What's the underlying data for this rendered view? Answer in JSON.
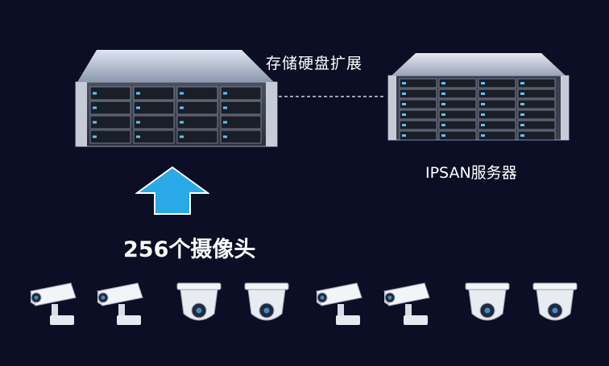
{
  "labels": {
    "storage_expansion": "存储硬盘扩展",
    "ipsan_server": "IPSAN服务器",
    "camera_count": "256个摄像头"
  },
  "colors": {
    "background": "#0b0e24",
    "arrow": "#29a9e6",
    "text": "#ffffff",
    "connector": "#cfd4e0"
  },
  "icons": {
    "nvr": "server-3u-icon",
    "ipsan": "server-4u-icon",
    "arrow": "up-arrow-icon",
    "cameras": [
      "bullet-camera-icon",
      "bullet-camera-icon",
      "dome-camera-icon",
      "dome-camera-icon",
      "bullet-camera-icon",
      "bullet-camera-icon",
      "dome-camera-icon",
      "dome-camera-icon"
    ]
  }
}
